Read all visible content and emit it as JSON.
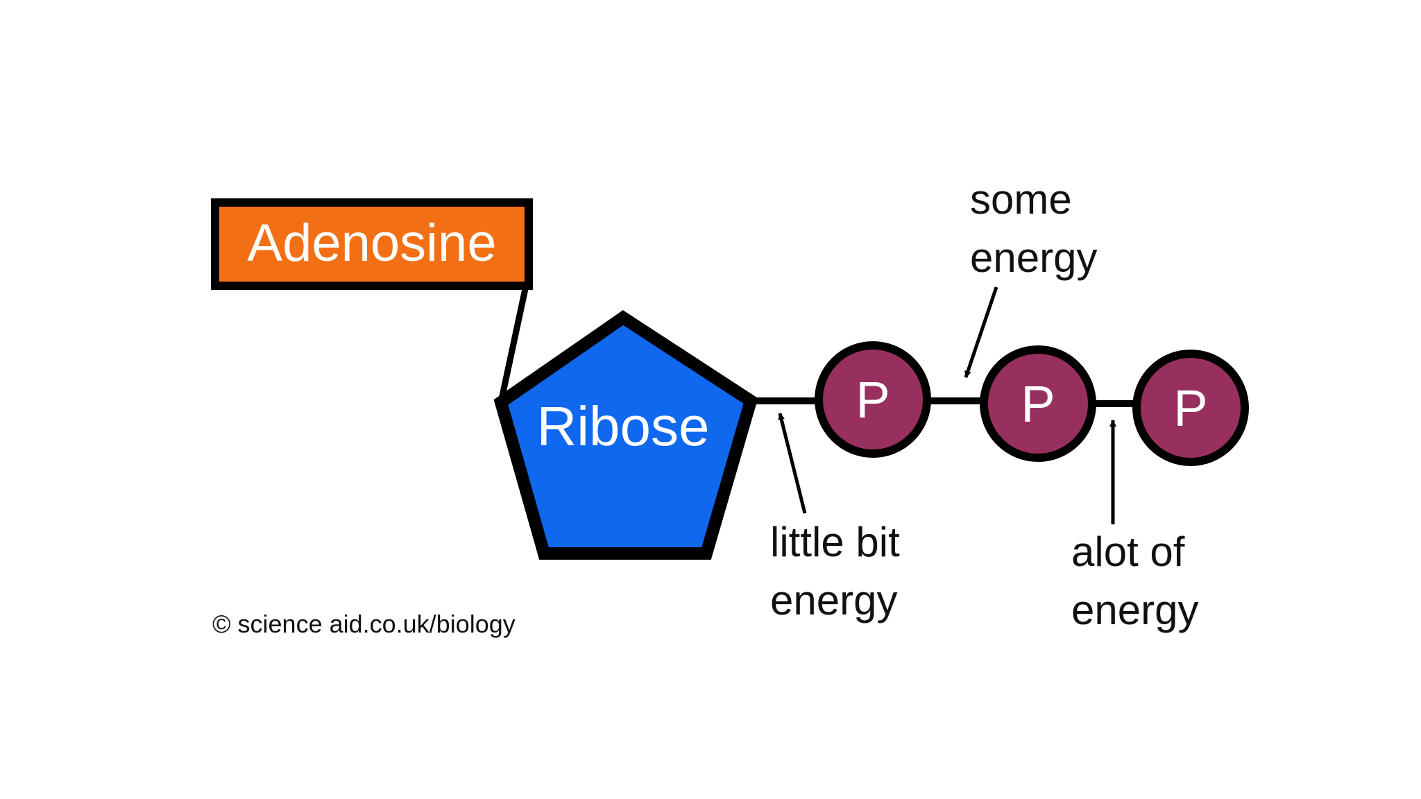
{
  "diagram": {
    "adenosine_label": "Adenosine",
    "ribose_label": "Ribose",
    "phosphate_label": "P",
    "annotations": {
      "some_energy": {
        "line1": "some",
        "line2": "energy"
      },
      "little_bit_energy": {
        "line1": "little bit",
        "line2": "energy"
      },
      "alot_of_energy": {
        "line1": "alot of",
        "line2": "energy"
      }
    },
    "copyright": "© science aid.co.uk/biology"
  },
  "colors": {
    "adenosine_fill": "#f36f14",
    "ribose_fill": "#0f68ee",
    "phosphate_fill": "#97305f",
    "outline": "#000000"
  },
  "icons": {
    "arrow": "arrow-icon"
  }
}
